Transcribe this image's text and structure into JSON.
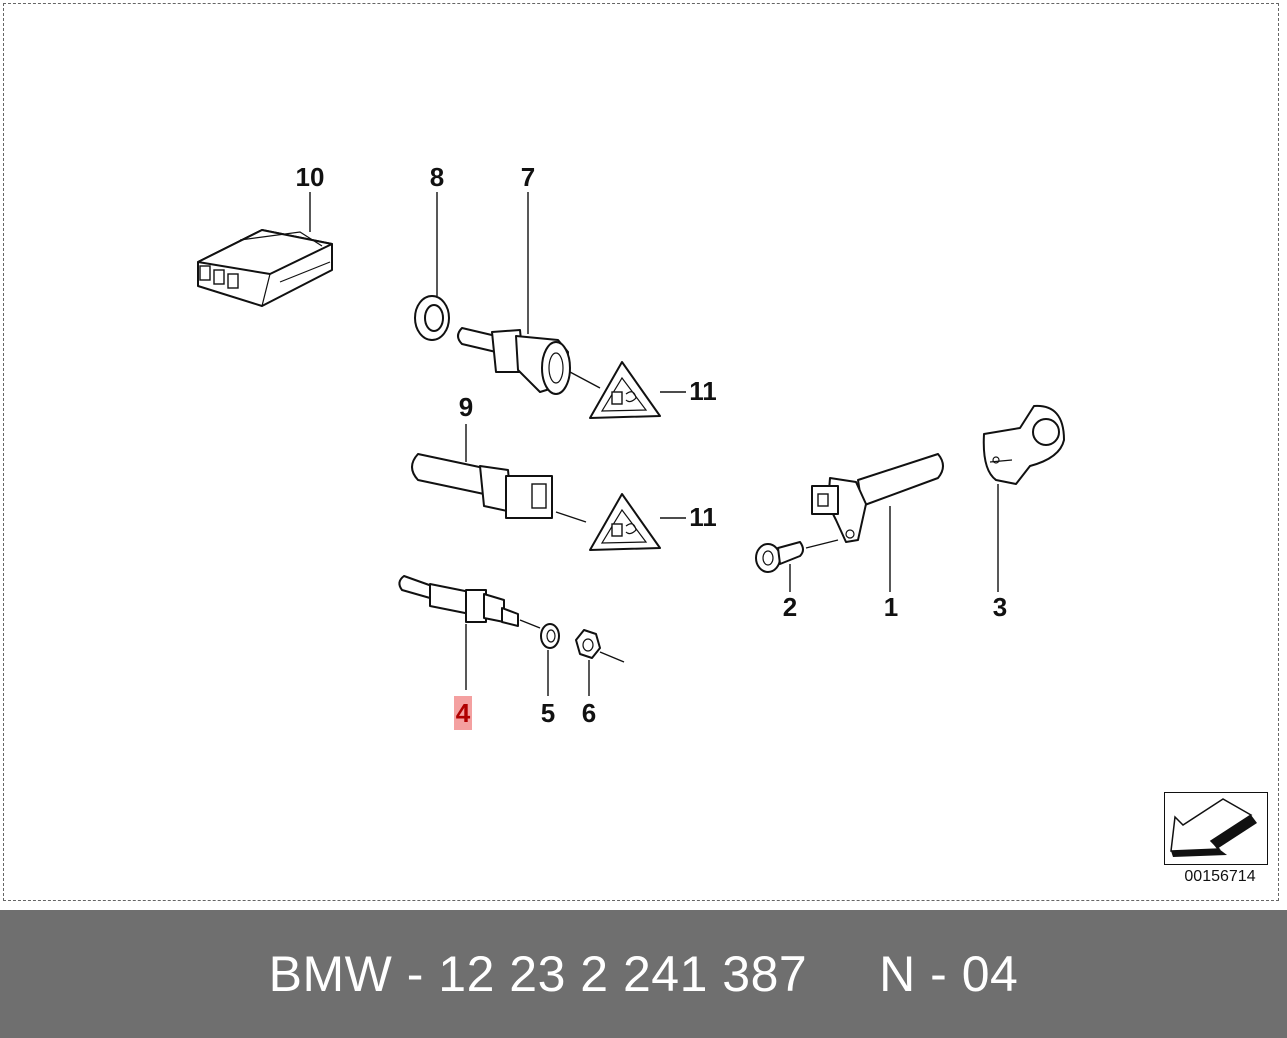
{
  "diagram": {
    "callouts": {
      "c10": "10",
      "c8": "8",
      "c7": "7",
      "c11a": "11",
      "c9": "9",
      "c11b": "11",
      "c1": "1",
      "c2": "2",
      "c3": "3",
      "c4": "4",
      "c5": "5",
      "c6": "6"
    },
    "highlighted_callout": "4",
    "highlight_color": "#f4a0a0",
    "image_number": "00156714"
  },
  "footer": {
    "text": "BMW - 12 23 2 241 387     N - 04",
    "background": "#6f6f6f"
  }
}
